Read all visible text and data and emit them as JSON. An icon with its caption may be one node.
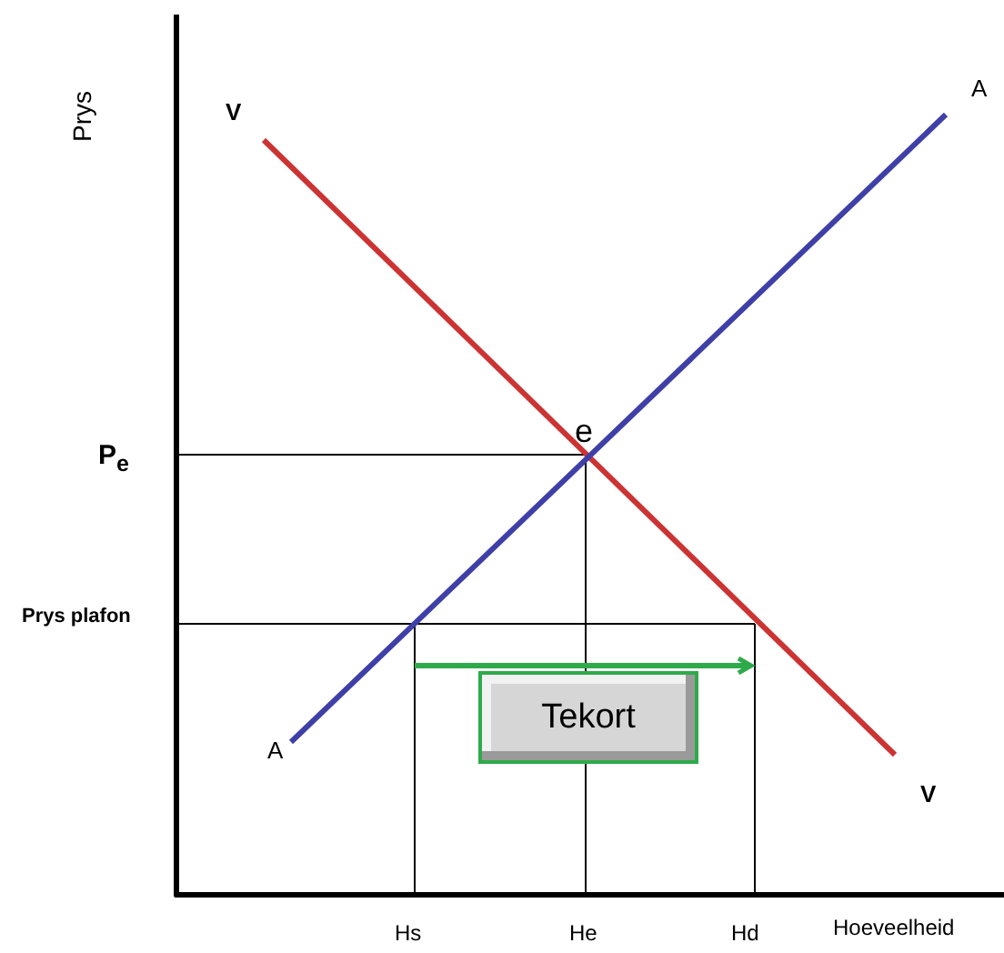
{
  "diagram": {
    "nodes": [
      {
        "text": [
          "Tekort"
        ]
      }
    ],
    "edges": [],
    "labels": [
      "A",
      "V",
      "Prys",
      "e",
      "P$_{e}$",
      "Prys plafon",
      "A",
      "V",
      "Hs",
      "He",
      "Hd",
      "Hoeveelheid"
    ]
  }
}
